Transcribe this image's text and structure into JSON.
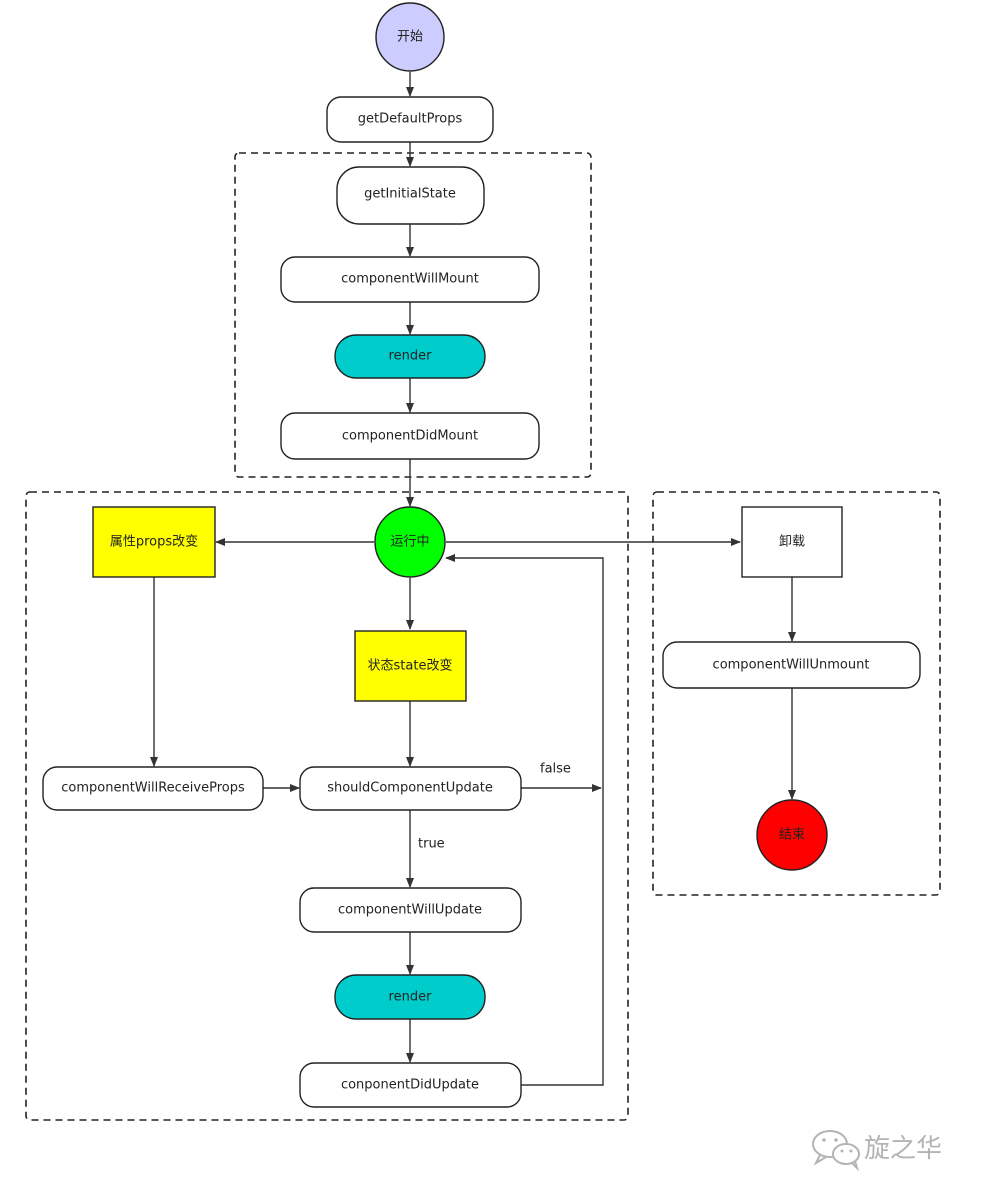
{
  "colors": {
    "start_fill": "#ccccff",
    "running_fill": "#00ff00",
    "end_fill": "#ff0000",
    "render_fill": "#00cccc",
    "change_fill": "#ffff00",
    "node_fill": "#ffffff",
    "stroke": "#222222",
    "watermark": "#b4b4b4"
  },
  "nodes": {
    "start": "开始",
    "get_default_props": "getDefaultProps",
    "get_initial_state": "getInitialState",
    "component_will_mount": "componentWillMount",
    "render_mount": "render",
    "component_did_mount": "componentDidMount",
    "running": "运行中",
    "props_change": "属性props改变",
    "state_change": "状态state改变",
    "component_will_receive_props": "componentWillReceiveProps",
    "should_component_update": "shouldComponentUpdate",
    "component_will_update": "componentWillUpdate",
    "render_update": "render",
    "component_did_update": "conponentDidUpdate",
    "unmount": "卸载",
    "component_will_unmount": "componentWillUnmount",
    "end": "结束"
  },
  "edge_labels": {
    "false_label": "false",
    "true_label": "true"
  },
  "watermark": {
    "text": "旋之华",
    "icon": "wechat-icon"
  }
}
